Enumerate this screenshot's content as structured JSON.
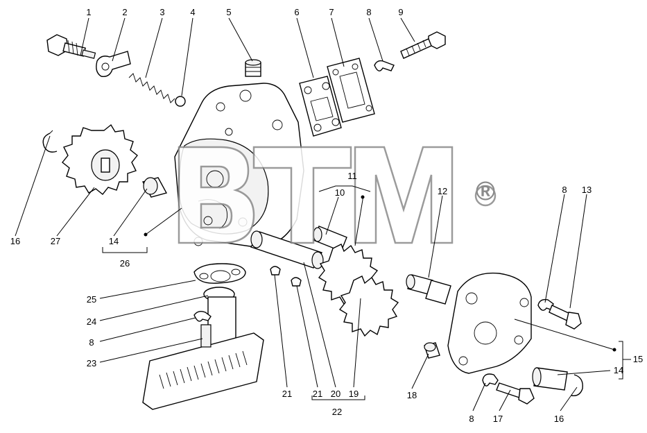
{
  "watermark": {
    "text": "BTM",
    "registered_mark": "®"
  },
  "labels": {
    "n1": "1",
    "n2": "2",
    "n3": "3",
    "n4": "4",
    "n5": "5",
    "n6": "6",
    "n7": "7",
    "n8a": "8",
    "n9": "9",
    "n10": "10",
    "n11": "11",
    "n12": "12",
    "n8b": "8",
    "n13": "13",
    "n16a": "16",
    "n27": "27",
    "n14a": "14",
    "n26": "26",
    "n25": "25",
    "n24": "24",
    "n8c": "8",
    "n23": "23",
    "n21a": "21",
    "n21b": "21",
    "n20": "20",
    "n19": "19",
    "n22": "22",
    "n18": "18",
    "n8d": "8",
    "n17": "17",
    "n16b": "16",
    "n14b": "14",
    "n15": "15"
  },
  "colors": {
    "line": "#000000",
    "watermark": "#8a8a8a",
    "background": "#ffffff"
  }
}
